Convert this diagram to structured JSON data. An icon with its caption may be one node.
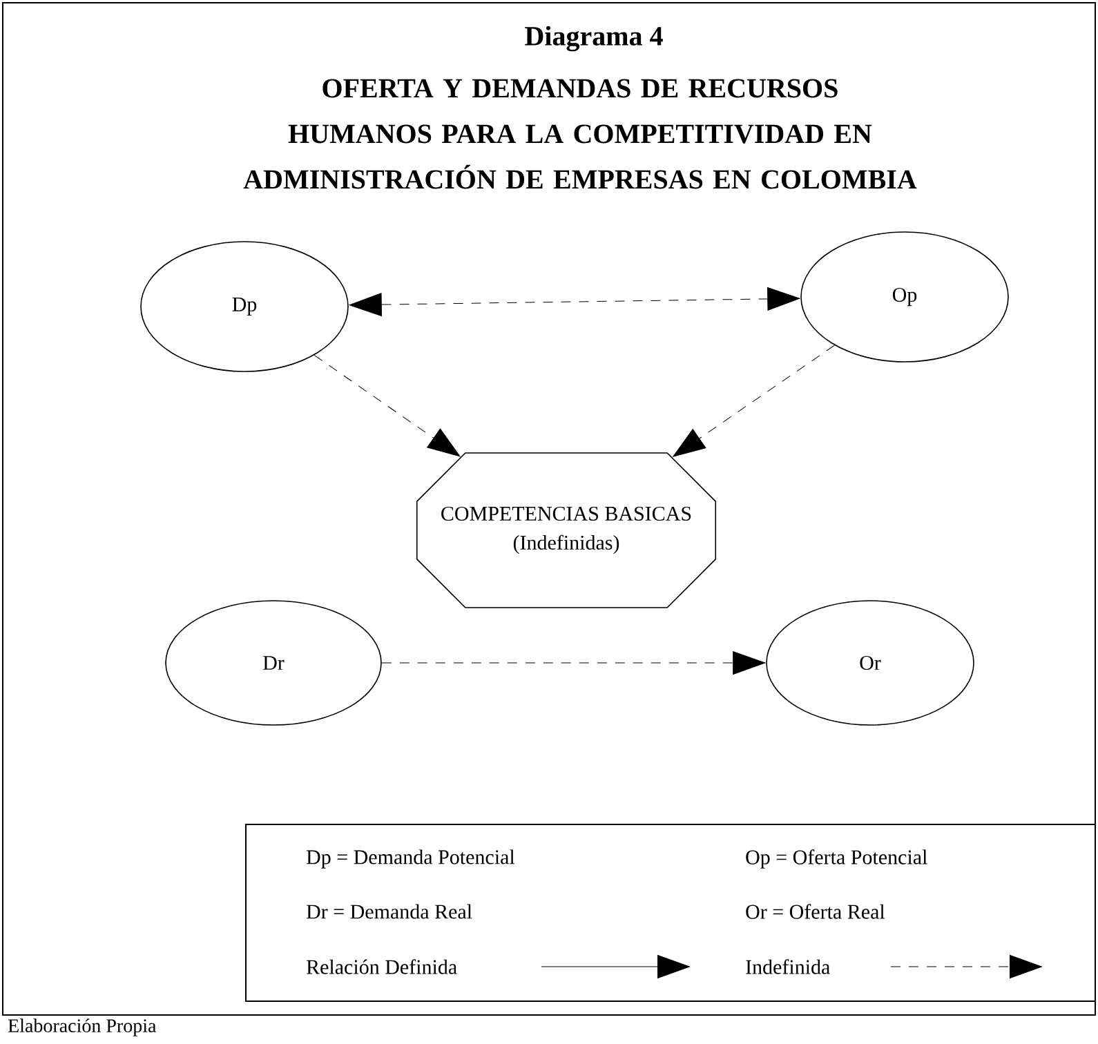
{
  "diagram": {
    "title": "Diagrama 4",
    "nodes": [
      {
        "text": [
          "Dp"
        ]
      },
      {
        "text": [
          "Op"
        ]
      },
      {
        "text": [
          "COMPETENCIAS BASICAS",
          "(Indefinidas)"
        ]
      },
      {
        "text": [
          "Dr"
        ]
      },
      {
        "text": [
          "Or"
        ]
      }
    ],
    "edges": [
      {
        "from": 0,
        "to": 1,
        "arrow": "both",
        "style": "dashed"
      },
      {
        "from": 0,
        "to": 2,
        "arrow": "to",
        "style": "dashed"
      },
      {
        "from": 1,
        "to": 2,
        "arrow": "to",
        "style": "dashed"
      },
      {
        "from": 3,
        "to": 4,
        "arrow": "to",
        "style": "dashed"
      }
    ],
    "labels": [
      "OFERTA Y DEMANDAS DE RECURSOS HUMANOS PARA LA COMPETITIVIDAD EN ADMINISTRACIÓN DE EMPRESAS EN COLOMBIA",
      "Dp = Demanda Potencial",
      "Op = Oferta Potencial",
      "Dr = Demanda Real",
      "Or = Oferta Real"
    ],
    "legend": [
      {
        "text": "Relación Definida"
      },
      {
        "text": "Indefinida"
      }
    ],
    "caption": "Elaboración Propia"
  }
}
